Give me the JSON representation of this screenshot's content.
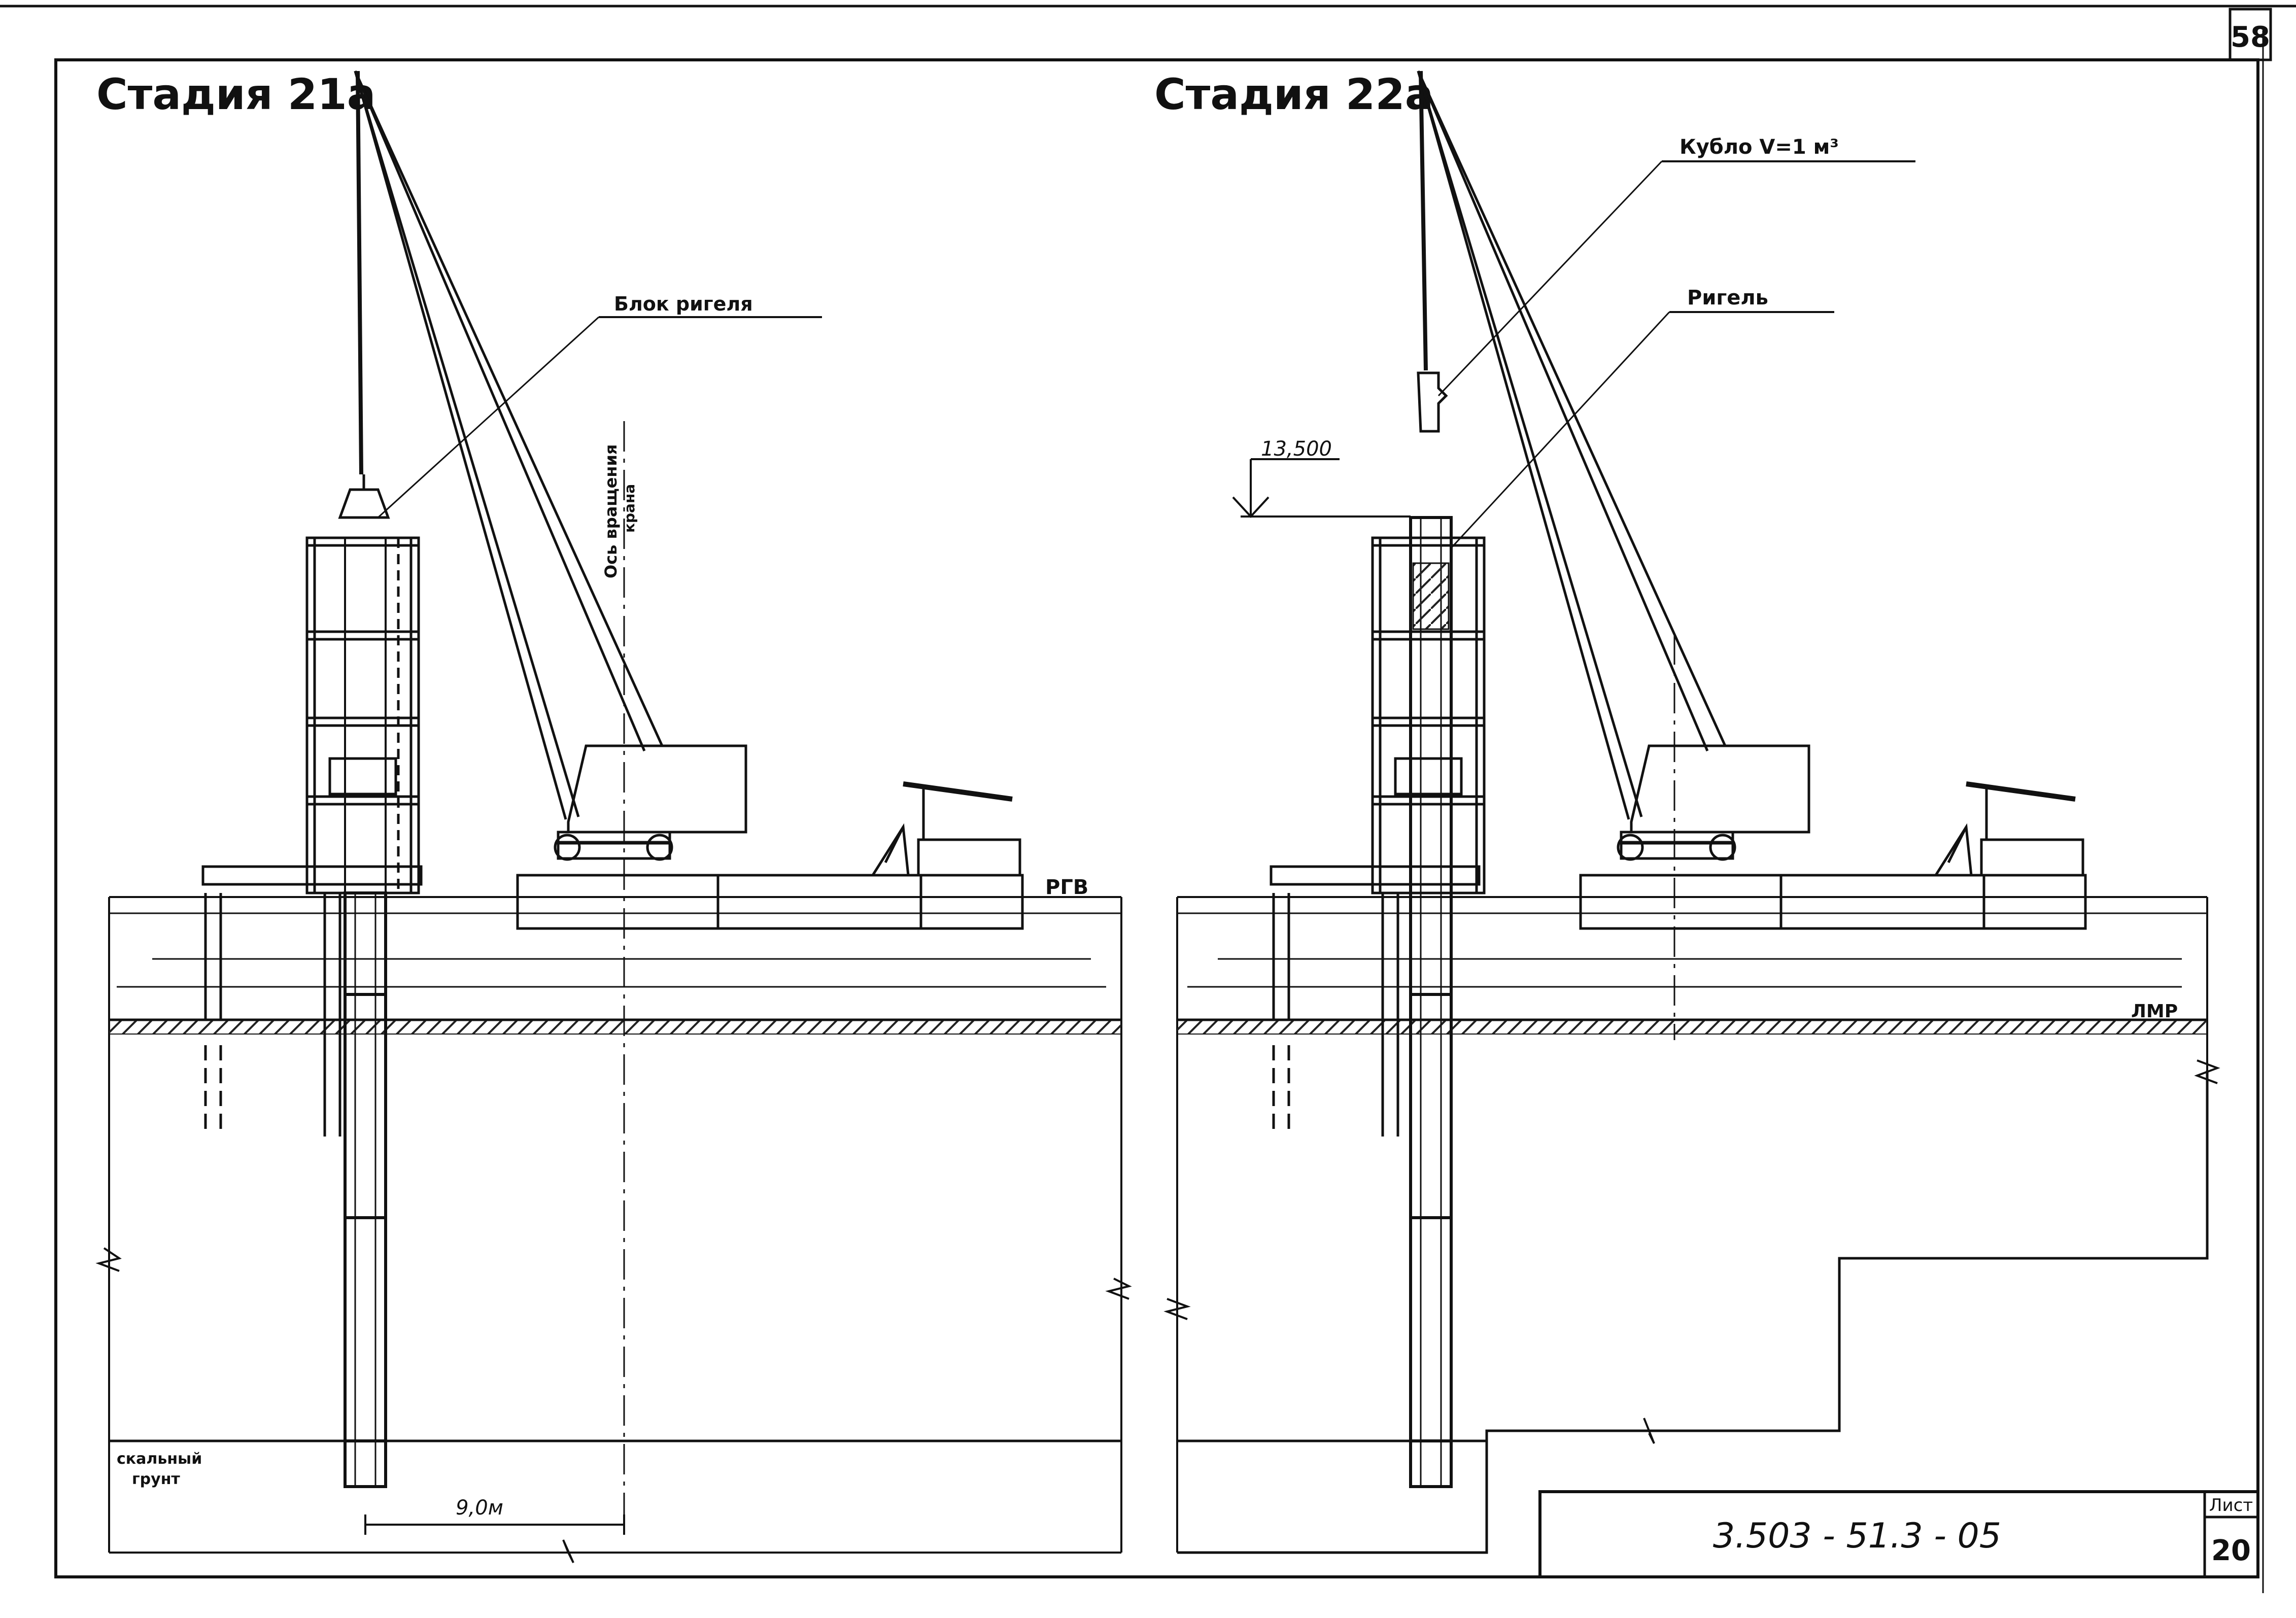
{
  "sheet": {
    "page_number": "58",
    "document_code": "3.503 - 51.3 - 05",
    "list_label": "Лист",
    "list_number": "20"
  },
  "stage_left": {
    "title": "Стадия 21а",
    "block_label": "Блок ригеля",
    "axis_label_line1": "Ось вращения",
    "axis_label_line2": "крана",
    "water_level_label": "РГВ",
    "rock_label_line1": "скальный",
    "rock_label_line2": "грунт",
    "dimension_label": "9,0м"
  },
  "stage_right": {
    "title": "Стадия 22а",
    "bucket_label": "Кубло V=1 м³",
    "crossbar_label": "Ригель",
    "elevation_label": "13,500",
    "low_water_label": "ЛМР"
  }
}
